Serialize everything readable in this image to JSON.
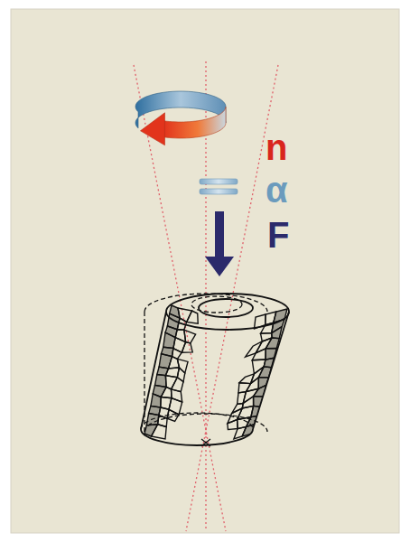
{
  "diagram": {
    "labels": [
      "n",
      "α",
      "F"
    ]
  }
}
